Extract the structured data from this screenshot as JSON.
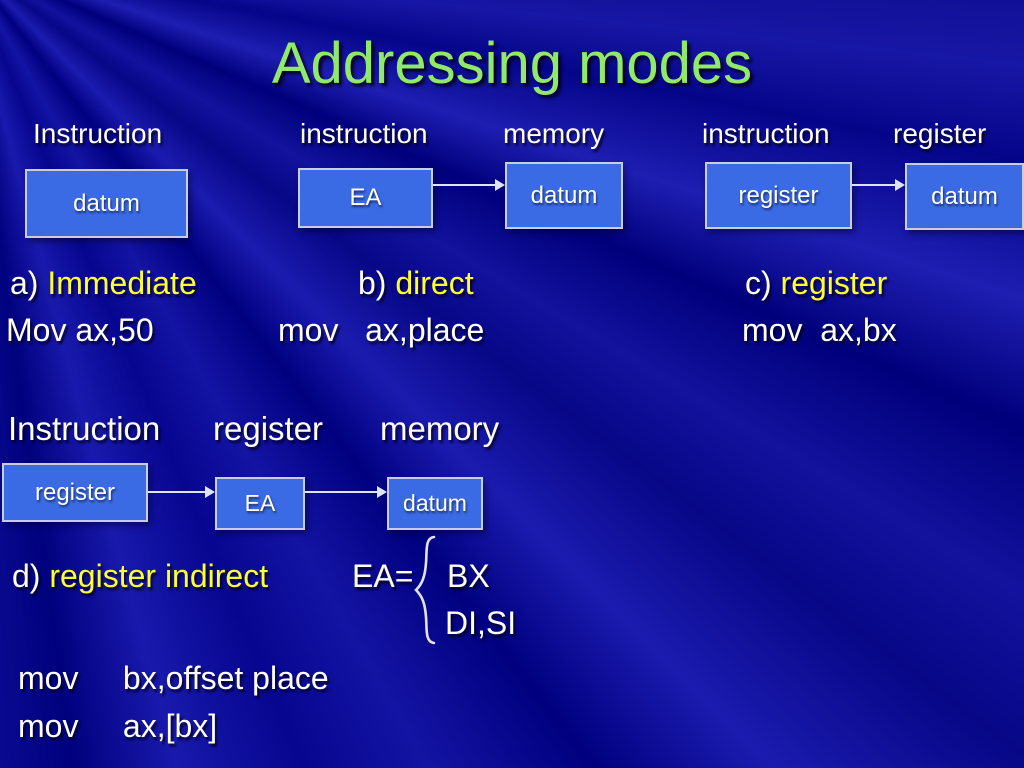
{
  "slide": {
    "title": "Addressing modes",
    "colors": {
      "background": "#0a0a94",
      "box_fill": "#3a6be4",
      "box_border": "#c9cede",
      "title_green": "#90e96a",
      "highlight_yellow": "#ffff2e",
      "text_white": "#ffffff"
    }
  },
  "row1": {
    "labels": [
      "Instruction",
      "instruction",
      "memory",
      "instruction",
      "register"
    ],
    "boxes": [
      "datum",
      "EA",
      "datum",
      "register",
      "datum"
    ]
  },
  "modes": {
    "a_prefix": "a) ",
    "a_name": "Immediate",
    "a_code": "Mov ax,50",
    "b_prefix": "b) ",
    "b_name": "direct",
    "b_code": "mov   ax,place",
    "c_prefix": "c) ",
    "c_name": "register",
    "c_code": "mov  ax,bx"
  },
  "section2": {
    "labels": [
      "Instruction",
      "register",
      "memory"
    ],
    "boxes": [
      "register",
      "EA",
      "datum"
    ],
    "d_prefix": "d) ",
    "d_name": "register indirect",
    "ea_label": "EA=",
    "options": [
      "BX",
      "DI,SI"
    ],
    "code_line1": "mov     bx,offset place",
    "code_line2": "mov     ax,[bx]"
  }
}
